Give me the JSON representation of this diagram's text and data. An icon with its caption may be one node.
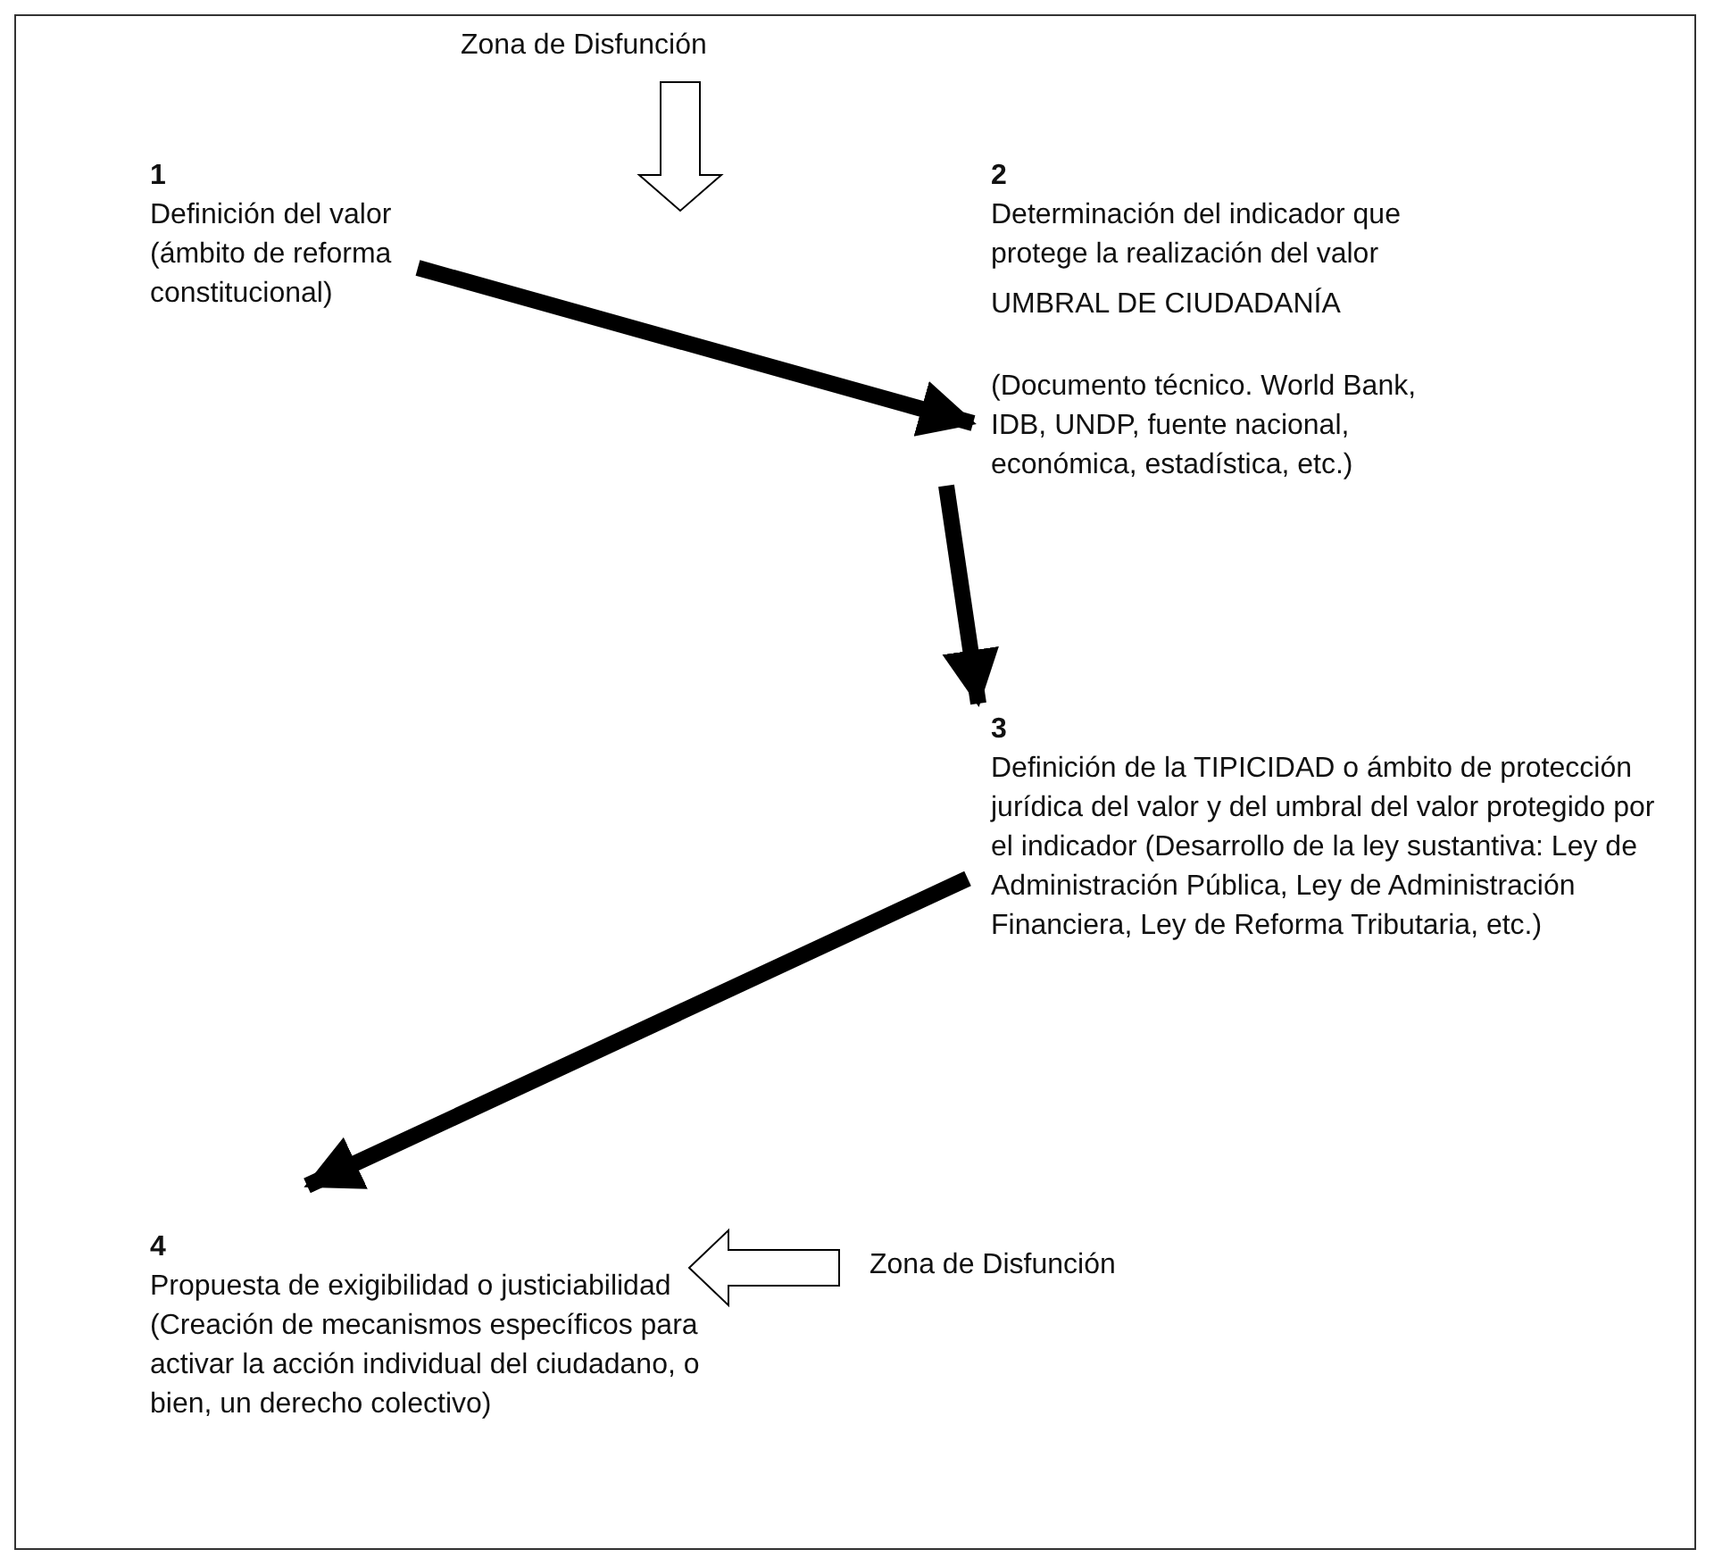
{
  "diagram": {
    "nodes": [
      {
        "text": [
          "1",
          "Definición del valor (ámbito de reforma constitucional)"
        ]
      },
      {
        "text": [
          "2",
          "Determinación del indicador que protege la realización del valor",
          "UMBRAL DE CIUDADANÍA",
          "(Documento técnico. World Bank, IDB, UNDP, fuente nacional, económica, estadística, etc.)"
        ]
      },
      {
        "text": [
          "3",
          "Definición de la TIPICIDAD o ámbito de protección jurídica del valor y del umbral del valor protegido por el indicador (Desarrollo de la ley sustantiva: Ley de Administración Pública, Ley de Administración Financiera, Ley de Reforma Tributaria, etc.)"
        ]
      },
      {
        "text": [
          "4",
          "Propuesta de exigibilidad o justiciabilidad (Creación de mecanismos específicos para activar la acción individual del ciudadano, o bien, un derecho colectivo)"
        ]
      }
    ],
    "edges": [
      {
        "from": 0,
        "to": 1,
        "arrow": "to"
      },
      {
        "from": 1,
        "to": 2,
        "arrow": "to"
      },
      {
        "from": 2,
        "to": 3,
        "arrow": "to"
      }
    ],
    "labels": [
      "Zona de Disfunción",
      "Zona de Disfunción"
    ]
  }
}
